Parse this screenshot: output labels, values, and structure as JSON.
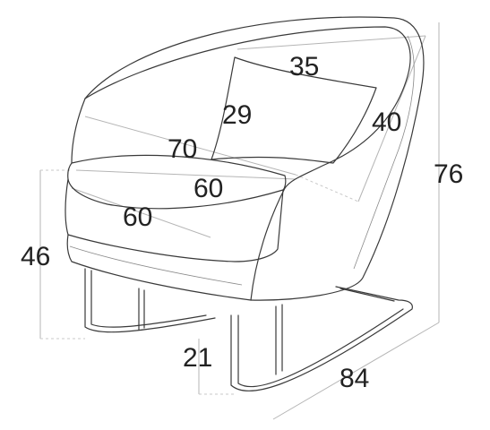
{
  "dimensions": {
    "cushion_width": "35",
    "cushion_height": "29",
    "back_depth": "40",
    "total_height": "76",
    "arm_width": "70",
    "seat_depth": "60",
    "seat_width": "60",
    "seat_height": "46",
    "base_height": "21",
    "total_length": "84"
  },
  "colors": {
    "line": "#3a3a3a",
    "guide": "#b5b5b5",
    "text": "#222222"
  }
}
